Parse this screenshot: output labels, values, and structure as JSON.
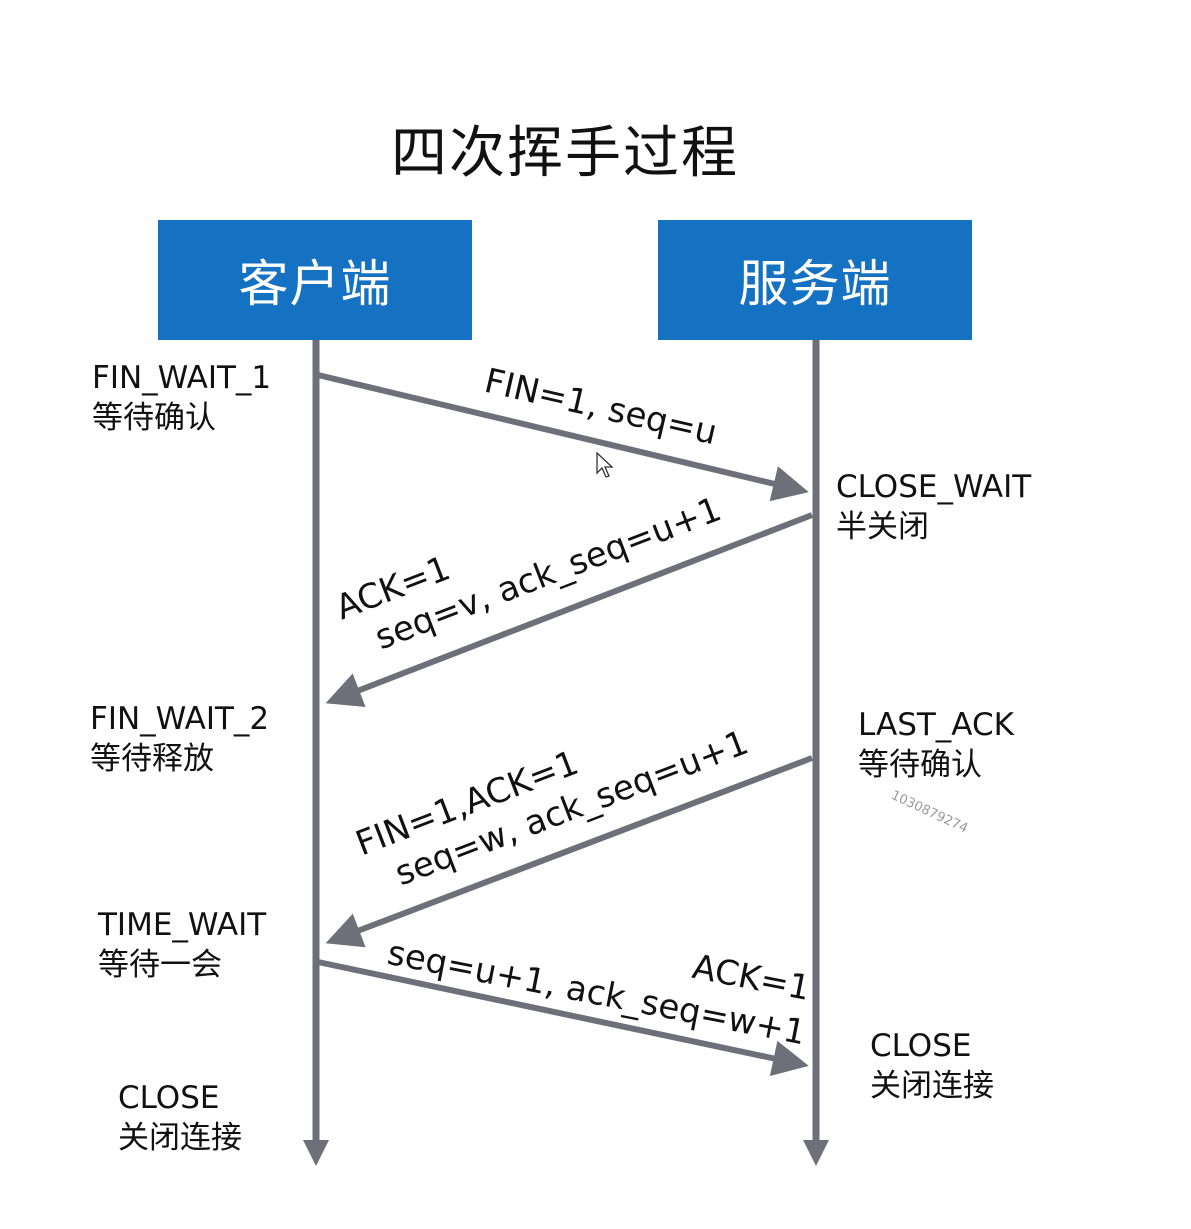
{
  "title": "四次挥手过程",
  "actors": {
    "client": "客户端",
    "server": "服务端"
  },
  "states": {
    "client_fin_wait_1": {
      "en": "FIN_WAIT_1",
      "cn": "等待确认"
    },
    "client_fin_wait_2": {
      "en": "FIN_WAIT_2",
      "cn": "等待释放"
    },
    "client_time_wait": {
      "en": "TIME_WAIT",
      "cn": "等待一会"
    },
    "client_close": {
      "en": "CLOSE",
      "cn": "关闭连接"
    },
    "server_close_wait": {
      "en": "CLOSE_WAIT",
      "cn": "半关闭"
    },
    "server_last_ack": {
      "en": "LAST_ACK",
      "cn": "等待确认"
    },
    "server_close": {
      "en": "CLOSE",
      "cn": "关闭连接"
    }
  },
  "messages": {
    "m1": {
      "line1": "FIN=1, seq=u"
    },
    "m2": {
      "line1": "ACK=1",
      "line2": "seq=v, ack_seq=u+1"
    },
    "m3": {
      "line1": "FIN=1,ACK=1",
      "line2": "seq=w, ack_seq=u+1"
    },
    "m4": {
      "line1": "ACK=1",
      "line2": "seq=u+1, ack_seq=w+1"
    }
  },
  "watermark": "1030879274",
  "colors": {
    "box": "#1572c3",
    "line": "#6e6f78",
    "text": "#111111"
  }
}
